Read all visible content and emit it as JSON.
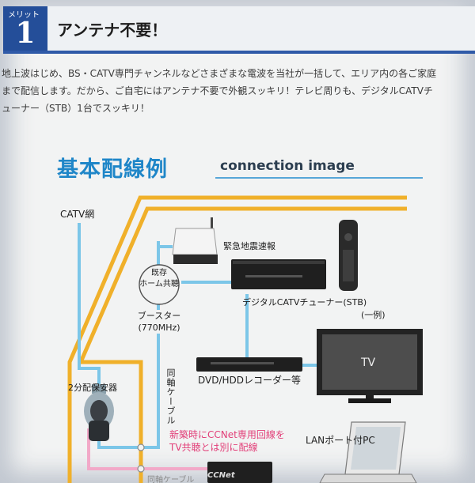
{
  "header": {
    "merit_label": "メリット",
    "merit_number": "1",
    "title": "アンテナ不要！"
  },
  "intro": {
    "lines": [
      "地上波はじめ、BS・CATV専門チャンネルなどさまざまな電波を当社が一括して、エリア内の各ご家庭",
      "まで配信します。だから、ご自宅にはアンテナ不要で外観スッキリ！テレビ周りも、デジタルCATVチ",
      "ューナー（STB）1台でスッキリ！"
    ]
  },
  "diagram": {
    "title": "基本配線例",
    "subtitle": "connection image",
    "labels": {
      "catv_net": "CATV網",
      "emergency_quake": "緊急地震速報",
      "existing_line1": "既存",
      "existing_line2": "ホーム共聴",
      "booster_line1": "ブースター",
      "booster_line2": "(770MHz)",
      "stb_line1": "デジタルCATVチューナー(STB)",
      "stb_line2": "(一例)",
      "tv": "TV",
      "recorder": "DVD/HDDレコーダー等",
      "splitter": "2分配保安器",
      "coax": "同軸ケーブル",
      "ccnet_line1": "新築時にCCNet専用回線を",
      "ccnet_line2": "TV共聴とは別に配線",
      "lan_pc": "LANポート付PC",
      "return_cable": "同軸ケーブル",
      "ccnet_device": "CCNet"
    },
    "colors": {
      "orange_line": "#f0b02a",
      "blue_line": "#7cc6e8",
      "pink_line": "#f2a9c8",
      "accent_blue": "#1f86c8",
      "pink_text": "#e23e78"
    }
  }
}
